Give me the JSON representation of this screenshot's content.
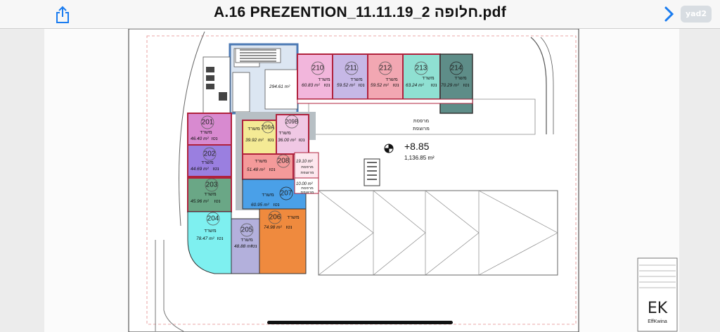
{
  "header": {
    "title": "A.16 PREZENTION_11.11.19_2 חלופה.pdf",
    "share_icon": "share-icon",
    "next_icon": "chevron-right-icon",
    "watermark": "yad2"
  },
  "plan": {
    "level_mark": "+8.85",
    "level_area": "1,136.85 m²",
    "terrace_line1": "מרפסת",
    "terrace_line2": "מרוצפת",
    "core_area": "294.61 m²",
    "rooms": [
      {
        "id": "210",
        "type": "משרד",
        "net": "נטו",
        "area": "60.83 m²"
      },
      {
        "id": "211",
        "type": "משרד",
        "net": "נטו",
        "area": "59.52 m²"
      },
      {
        "id": "212",
        "type": "משרד",
        "net": "נטו",
        "area": "59.52 m²"
      },
      {
        "id": "213",
        "type": "משרד",
        "net": "נטו",
        "area": "63.24 m²"
      },
      {
        "id": "214",
        "type": "משרד",
        "net": "נטו",
        "area": "70.29 m²"
      },
      {
        "id": "201",
        "type": "משרד",
        "net": "נטו",
        "area": "46.40 m²"
      },
      {
        "id": "209A",
        "type": "משרד",
        "net": "נטו",
        "area": "39.92 m²"
      },
      {
        "id": "209B",
        "type": "משרד",
        "net": "נטו",
        "area": "36.00 m²"
      },
      {
        "id": "202",
        "type": "משרד",
        "net": "נטו",
        "area": "44.69 m²"
      },
      {
        "id": "208",
        "type": "משרד",
        "net": "נטו",
        "area": "51.48 m²"
      },
      {
        "id": "203",
        "type": "משרד",
        "net": "נטו",
        "area": "45.96 m²"
      },
      {
        "id": "207",
        "type": "משרד",
        "net": "נטו",
        "area": "60.95 m²"
      },
      {
        "id": "204",
        "type": "משרד",
        "net": "נטו",
        "area": "78.47 m²"
      },
      {
        "id": "205",
        "type": "משרד",
        "net": "נטו",
        "area": "48.88 m²"
      },
      {
        "id": "206",
        "type": "משרד",
        "net": "נטו",
        "area": "74.98 m²"
      }
    ],
    "balcony_1": {
      "area": "19.10 m²",
      "label1": "מרפסת",
      "label2": "מרוצפת"
    },
    "balcony_2": {
      "area": "10.00 m²",
      "label1": "מרפסת",
      "label2": "מרוצפת"
    },
    "title_block": {
      "logo": "EK",
      "brand": "EffKwina"
    }
  },
  "colors": {
    "r210": "#f2b6dc",
    "r211": "#c6b8e6",
    "r212": "#f2a7b2",
    "r213": "#8fe0d2",
    "r214": "#5e8d88",
    "r201": "#d88ad0",
    "r209A": "#f4ea95",
    "r209B": "#f0c8e4",
    "r202": "#9a7fe0",
    "r208": "#f49a9a",
    "r203": "#6aa786",
    "r207": "#4aa0e8",
    "r204": "#7ef0f0",
    "r205": "#b3b0dc",
    "r206": "#ef8a3e",
    "corridor": "#b7bfc4",
    "wall_blue": "#4b79b4"
  }
}
